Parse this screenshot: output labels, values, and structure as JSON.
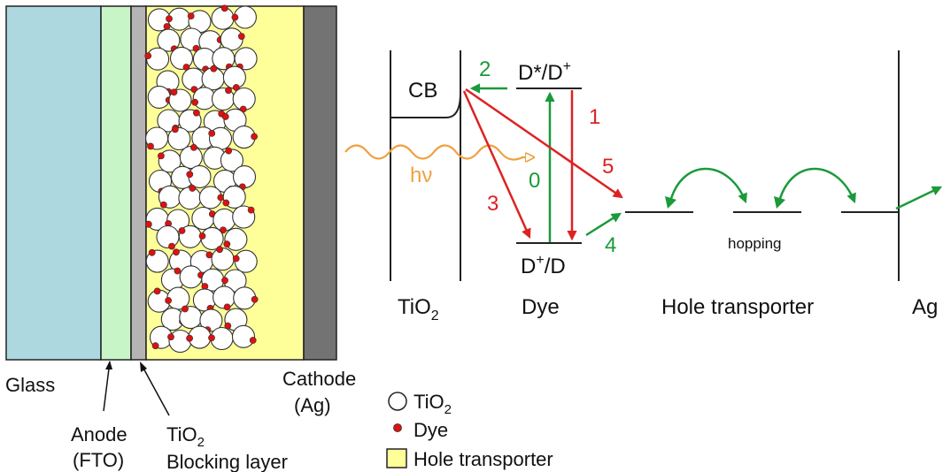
{
  "colors": {
    "glass": "#add8e0",
    "anode": "#c8f5c8",
    "blocking": "#b4b4b4",
    "hole_transporter": "#ffff99",
    "cathode": "#737373",
    "dye_dot": "#dd1111",
    "red_arrow": "#dd2222",
    "green_arrow": "#1a9a3a",
    "photon": "#f0a040"
  },
  "cell_labels": {
    "glass": "Glass",
    "anode_1": "Anode",
    "anode_2": "(FTO)",
    "blocking_1": "TiO",
    "blocking_sub": "2",
    "blocking_2": "Blocking layer",
    "cathode_1": "Cathode",
    "cathode_2": "(Ag)"
  },
  "legend": [
    {
      "icon": "circle-icon",
      "label": "TiO",
      "sub": "2"
    },
    {
      "icon": "dot-icon",
      "label": "Dye",
      "sub": ""
    },
    {
      "icon": "square-icon",
      "label": "Hole transporter",
      "sub": ""
    }
  ],
  "energy": {
    "cb": "CB",
    "excited_state": "D*/D",
    "excited_sup": "+",
    "ground_state_1": "D",
    "ground_sup": "+",
    "ground_state_2": "/D",
    "hv": "hν",
    "hopping": "hopping",
    "steps": [
      "0",
      "1",
      "2",
      "3",
      "4",
      "5"
    ],
    "bottom_labels": {
      "tio2": "TiO",
      "tio2_sub": "2",
      "dye": "Dye",
      "hole": "Hole transporter",
      "ag": "Ag"
    }
  }
}
